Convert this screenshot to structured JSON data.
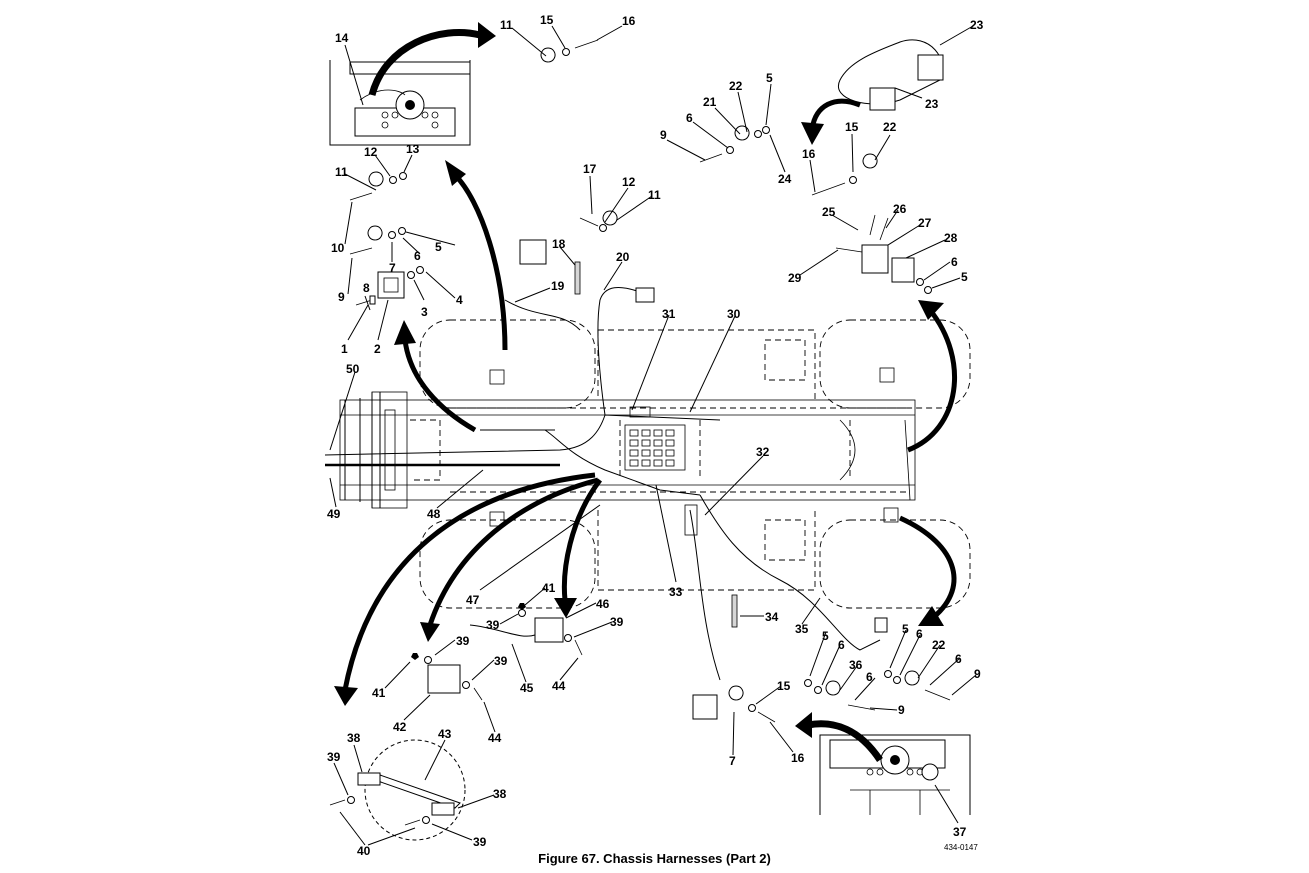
{
  "figure": {
    "caption": "Figure 67. Chassis Harnesses (Part 2)",
    "document_id": "434-0147"
  },
  "callouts": {
    "c1": "1",
    "c2": "2",
    "c3": "3",
    "c4": "4",
    "c5a": "5",
    "c6a": "6",
    "c7a": "7",
    "c8": "8",
    "c9a": "9",
    "c10": "10",
    "c11a": "11",
    "c12a": "12",
    "c13": "13",
    "c14": "14",
    "c11b": "11",
    "c15a": "15",
    "c16a": "16",
    "c17": "17",
    "c12b": "12",
    "c11c": "11",
    "c18": "18",
    "c19": "19",
    "c20": "20",
    "c9b": "9",
    "c6b": "6",
    "c21": "21",
    "c22a": "22",
    "c5b": "5",
    "c24": "24",
    "c23a": "23",
    "c23b": "23",
    "c16b": "16",
    "c15b": "15",
    "c22b": "22",
    "c25": "25",
    "c26": "26",
    "c27": "27",
    "c28": "28",
    "c29": "29",
    "c6c": "6",
    "c5c": "5",
    "c31": "31",
    "c30": "30",
    "c50": "50",
    "c49": "49",
    "c48": "48",
    "c32": "32",
    "c47": "47",
    "c33": "33",
    "c41a": "41",
    "c39a": "39",
    "c46": "46",
    "c39b": "39",
    "c45": "45",
    "c44a": "44",
    "c34": "34",
    "c35": "35",
    "c39c": "39",
    "c41b": "41",
    "c39d": "39",
    "c42": "42",
    "c44b": "44",
    "c5d": "5",
    "c6d": "6",
    "c36": "36",
    "c6e": "6",
    "c9c": "9",
    "c5e": "5",
    "c6f": "6",
    "c22c": "22",
    "c6g": "6",
    "c9d": "9",
    "c15c": "15",
    "c7b": "7",
    "c16c": "16",
    "c38a": "38",
    "c39e": "39",
    "c43": "43",
    "c38b": "38",
    "c40": "40",
    "c39f": "39",
    "c37": "37"
  }
}
